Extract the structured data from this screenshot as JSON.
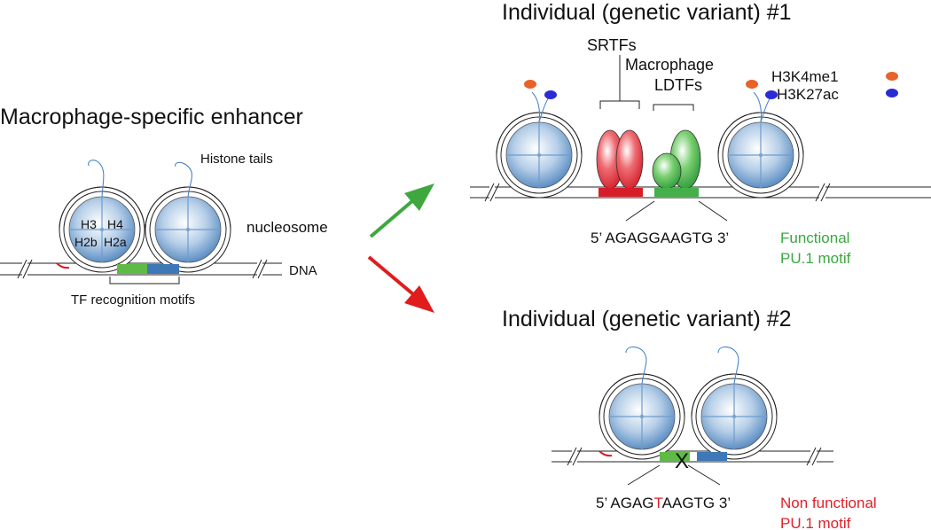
{
  "left": {
    "title": "Macrophage-specific enhancer",
    "histone_tails": "Histone tails",
    "nucleosome": "nucleosome",
    "dna": "DNA",
    "tf_motifs": "TF recognition motifs",
    "histones": {
      "h3": "H3",
      "h4": "H4",
      "h2b": "H2b",
      "h2a": "H2a"
    }
  },
  "variant1": {
    "title": "Individual (genetic variant) #1",
    "srtfs": "SRTFs",
    "macrophage": "Macrophage",
    "ldtfs": "LDTFs",
    "legend_h3k4me1": "H3K4me1",
    "legend_h3k27ac": "H3K27ac",
    "sequence": "5’ AGAGGAAGTG 3’",
    "status_line1": "Functional",
    "status_line2": "PU.1 motif"
  },
  "variant2": {
    "title": "Individual (genetic variant) #2",
    "seq_prefix": "5’ AGAG",
    "seq_mutation": "T",
    "seq_suffix": "AAGTG 3’",
    "mutation_mark": "X",
    "status_line1": "Non functional",
    "status_line2": "PU.1 motif"
  },
  "colors": {
    "functional": "#3aa840",
    "nonfunctional": "#e0202a",
    "srtf": "#e8414a",
    "ldtf": "#44b04a",
    "motif_green": "#5dbb46",
    "motif_blue": "#3e78b6",
    "h3k4me1": "#e8622a",
    "h3k27ac": "#2b2bd6",
    "histone_tail": "#4a86c8",
    "arrow_green": "#3ea83e",
    "arrow_red": "#e01c1c"
  },
  "icons": [
    "nucleosome-icon",
    "histone-tail-icon",
    "dna-strand-icon",
    "arrow-up-icon",
    "arrow-down-icon"
  ]
}
